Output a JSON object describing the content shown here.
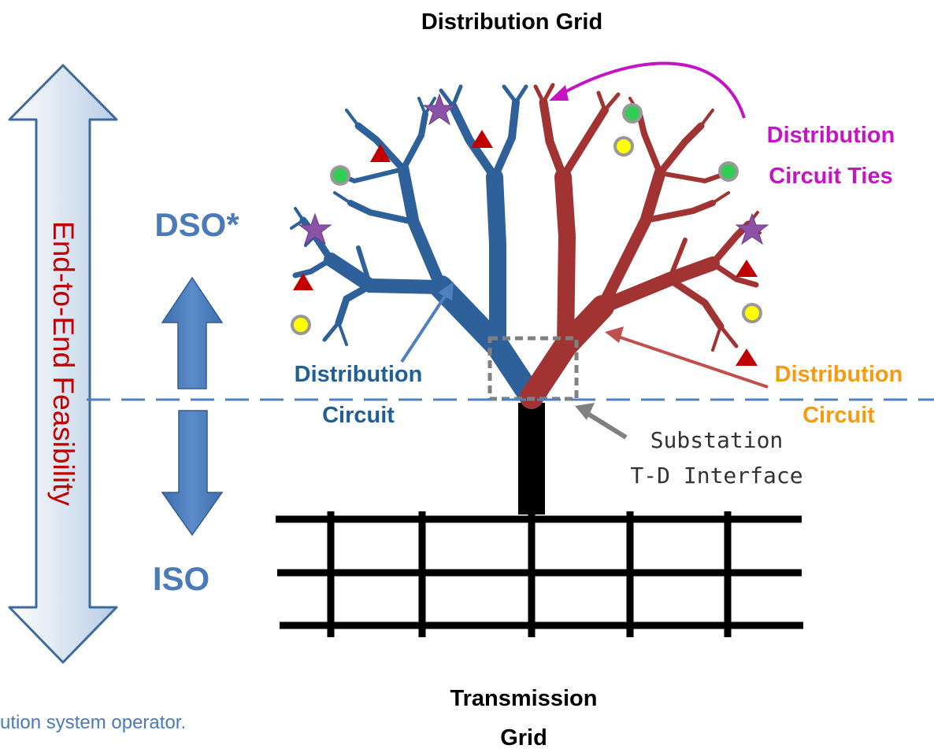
{
  "diagram": {
    "title_top": "Distribution Grid",
    "dso_label": "DSO*",
    "iso_label": "ISO",
    "feasibility_label": "End-to-End Feasibility",
    "circuit_ties": [
      "Distribution",
      "Circuit Ties"
    ],
    "left_circuit": [
      "Distribution",
      "Circuit"
    ],
    "right_circuit": [
      "Distribution",
      "Circuit"
    ],
    "substation": [
      "Substation",
      "T-D Interface"
    ],
    "transmission": [
      "Transmission",
      "Grid"
    ],
    "footnote": "ution system operator."
  },
  "icons": {
    "star": "purple-star-icon",
    "triangle": "red-triangle-icon",
    "green_dot": "green-circle-icon",
    "yellow_dot": "yellow-circle-icon"
  },
  "colors": {
    "blue_tree": "#2e6199",
    "red_tree": "#a13332",
    "arrow_blue": "#4f81bd",
    "ties_magenta": "#c414c4",
    "right_label_orange": "#f59a12",
    "feasibility_red": "#c00000",
    "marker_red": "#c00000",
    "marker_green": "#33cc55",
    "marker_yellow": "#ffff00",
    "marker_purple": "#8c52a8"
  }
}
